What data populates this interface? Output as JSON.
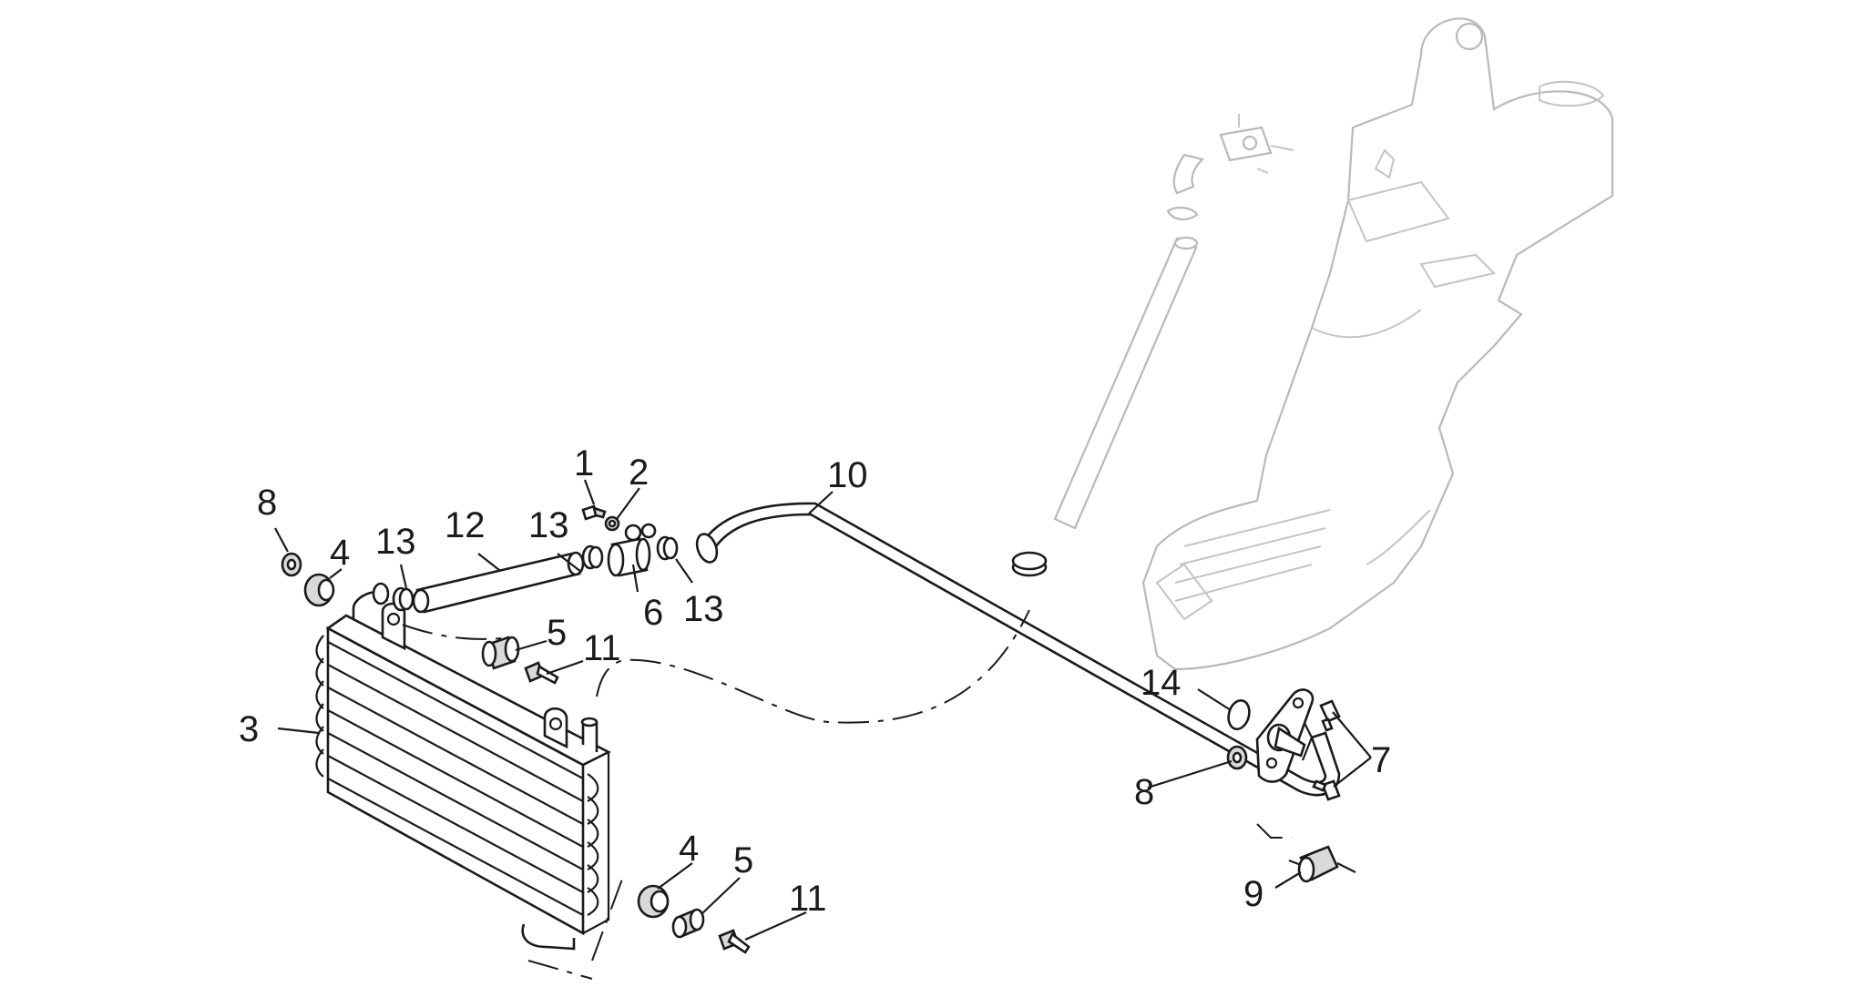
{
  "diagram": {
    "callouts": [
      {
        "id": "c1",
        "text": "1"
      },
      {
        "id": "c2",
        "text": "2"
      },
      {
        "id": "c3",
        "text": "3"
      },
      {
        "id": "c4a",
        "text": "4"
      },
      {
        "id": "c4b",
        "text": "4"
      },
      {
        "id": "c5a",
        "text": "5"
      },
      {
        "id": "c5b",
        "text": "5"
      },
      {
        "id": "c6",
        "text": "6"
      },
      {
        "id": "c7",
        "text": "7"
      },
      {
        "id": "c8a",
        "text": "8"
      },
      {
        "id": "c8b",
        "text": "8"
      },
      {
        "id": "c9",
        "text": "9"
      },
      {
        "id": "c10",
        "text": "10"
      },
      {
        "id": "c11a",
        "text": "11"
      },
      {
        "id": "c11b",
        "text": "11"
      },
      {
        "id": "c12",
        "text": "12"
      },
      {
        "id": "c13a",
        "text": "13"
      },
      {
        "id": "c13b",
        "text": "13"
      },
      {
        "id": "c13c",
        "text": "13"
      },
      {
        "id": "c14",
        "text": "14"
      }
    ]
  }
}
